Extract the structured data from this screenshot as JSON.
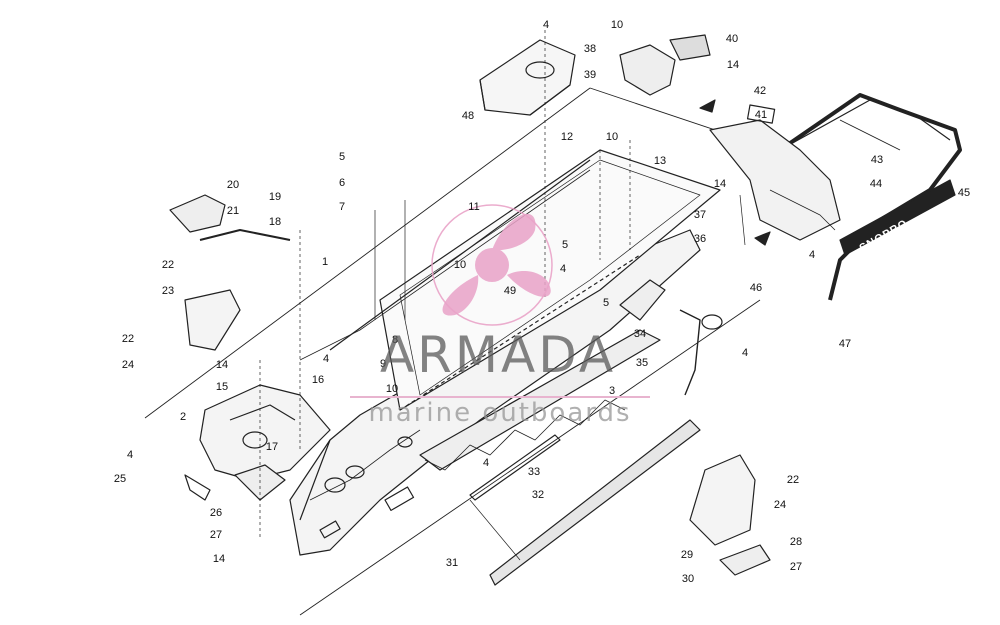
{
  "watermark": {
    "title": "ARMADA",
    "subtitle": "marine outboards",
    "accent_color": "#e9a3c8",
    "text_color": "#5a5a5a",
    "icon": "propeller-icon"
  },
  "callouts": [
    "1",
    "2",
    "3",
    "4",
    "5",
    "6",
    "7",
    "8",
    "9",
    "10",
    "11",
    "12",
    "13",
    "14",
    "15",
    "16",
    "17",
    "18",
    "19",
    "20",
    "21",
    "22",
    "23",
    "24",
    "25",
    "26",
    "27",
    "28",
    "29",
    "30",
    "31",
    "32",
    "33",
    "34",
    "35",
    "36",
    "37",
    "38",
    "39",
    "40",
    "41",
    "42",
    "43",
    "44",
    "45",
    "46",
    "47",
    "48",
    "49"
  ],
  "bumper_decal": "SNOPRO"
}
